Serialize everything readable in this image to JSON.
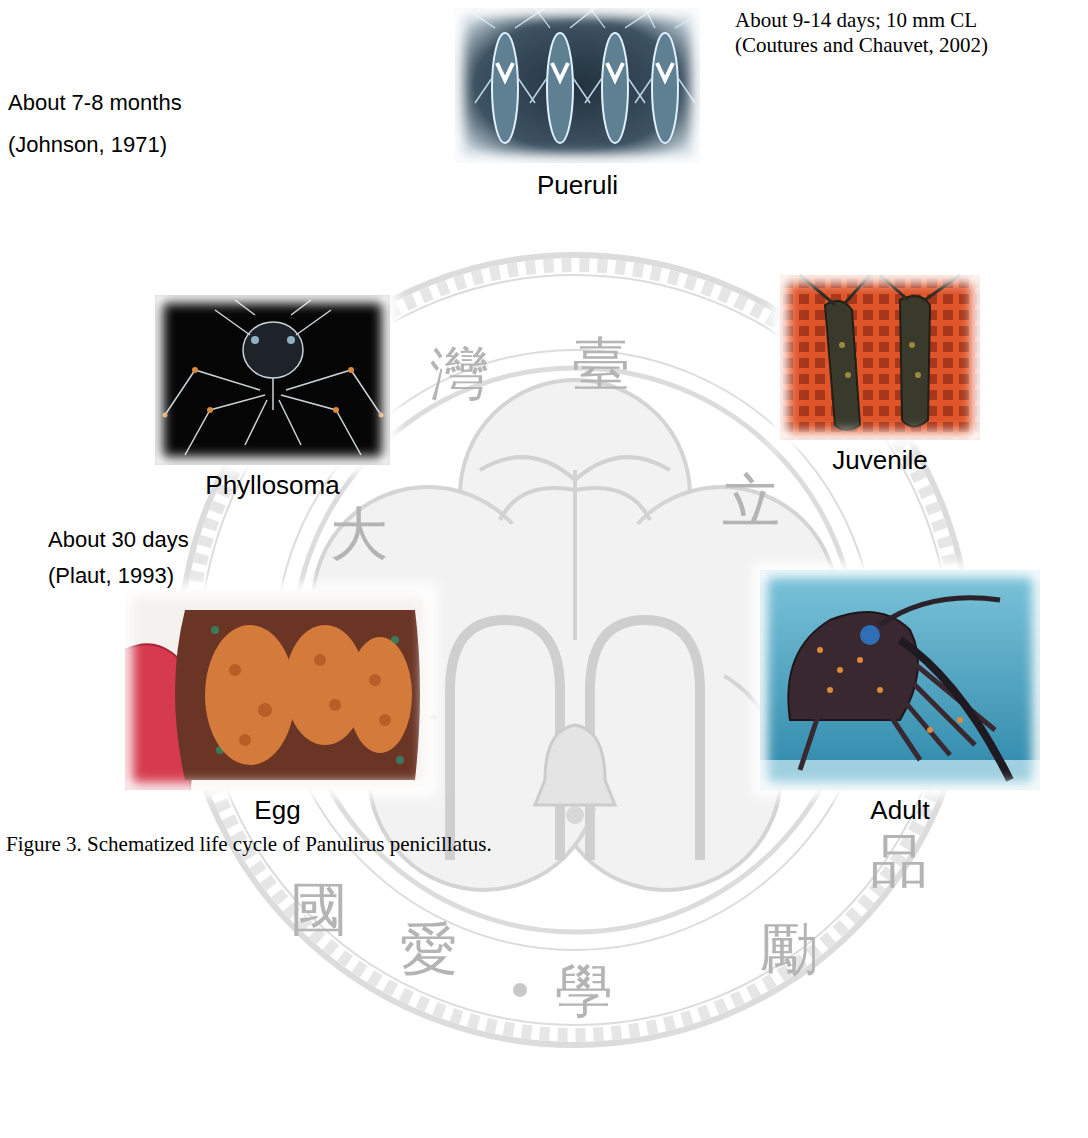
{
  "diagram": {
    "caption": "Figure 3. Schematized life cycle of Panulirus penicillatus.",
    "nodes": [
      {
        "text": [
          "Pueruli"
        ]
      },
      {
        "text": [
          "Phyllosoma"
        ]
      },
      {
        "text": [
          "Juvenile"
        ]
      },
      {
        "text": [
          "Egg"
        ]
      },
      {
        "text": [
          "Adult"
        ]
      }
    ],
    "edges": [
      {
        "from": 3,
        "to": 1,
        "arrow": "to",
        "label": "About 30 days (Plaut, 1993)"
      },
      {
        "from": 1,
        "to": 0,
        "arrow": "to",
        "label": "About 7-8 months (Johnson, 1971)"
      },
      {
        "from": 0,
        "to": 2,
        "arrow": "to",
        "label": "About 9-14 days; 10 mm CL (Coutures and Chauvet, 2002)"
      },
      {
        "from": 2,
        "to": 4,
        "arrow": "to"
      },
      {
        "from": 4,
        "to": 3,
        "arrow": "to"
      }
    ],
    "labels": [
      "灣",
      "臺",
      "大",
      "立",
      "品",
      "勵",
      "學",
      "愛",
      "國"
    ]
  }
}
